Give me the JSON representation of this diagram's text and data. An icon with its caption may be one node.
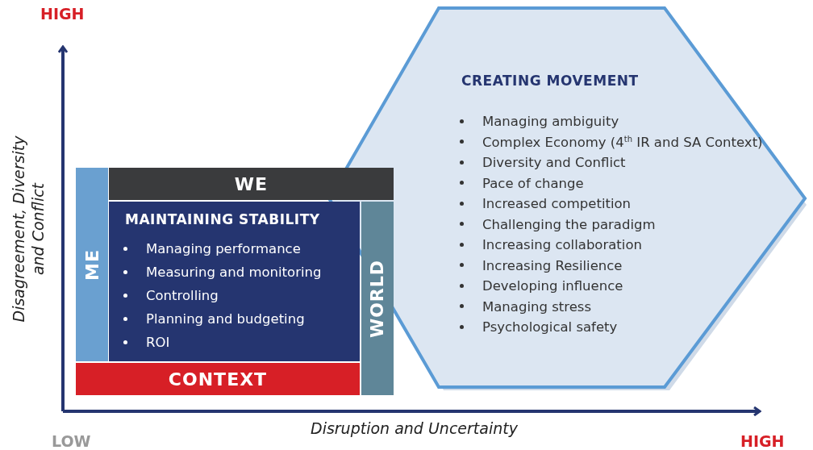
{
  "diagram": {
    "nodes": [
      {
        "text": [
          "WE"
        ]
      },
      {
        "text": [
          "ME"
        ]
      },
      {
        "text": [
          "MAINTAINING STABILITY",
          "Managing performance",
          "Measuring and monitoring",
          "Controlling",
          "Planning and budgeting",
          "ROI"
        ]
      },
      {
        "text": [
          "WORLD"
        ]
      },
      {
        "text": [
          "CONTEXT"
        ]
      },
      {
        "text": [
          "CREATING MOVEMENT",
          "Managing ambiguity",
          "Complex Economy (4$^{th}$ IR and SA Context)",
          "Diversity and Conflict",
          "Pace of change",
          "Increased competition",
          "Challenging the paradigm",
          "Increasing collaboration",
          "Increasing Resilience",
          "Developing influence",
          "Managing stress",
          "Psychological safety"
        ]
      }
    ],
    "edges": [],
    "labels": [
      "HIGH",
      "Disagreement, Diversity and Conflict",
      "Disruption and Uncertainty",
      "LOW",
      "HIGH"
    ]
  }
}
